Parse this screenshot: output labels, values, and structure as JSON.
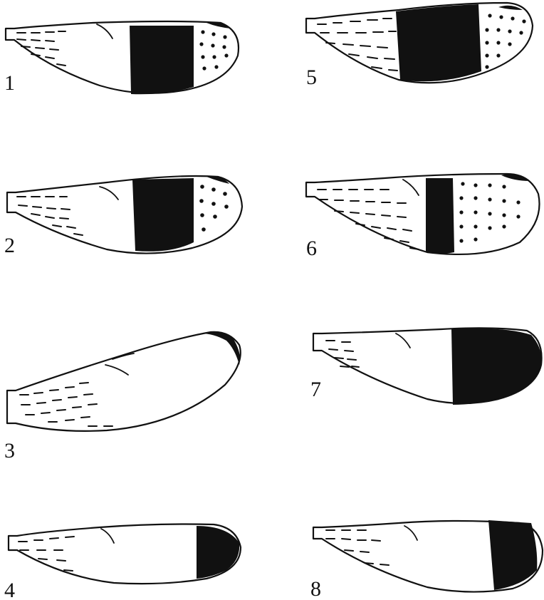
{
  "figure": {
    "ink_color": "#111111",
    "background": "#ffffff",
    "wings": [
      {
        "label": "1",
        "band": "central",
        "apical_dots": true,
        "stigma": true,
        "streaks": "short"
      },
      {
        "label": "2",
        "band": "central",
        "apical_dots": true,
        "stigma": true,
        "streaks": "medium"
      },
      {
        "label": "3",
        "band": "none",
        "apical_dots": false,
        "stigma": true,
        "streaks": "long"
      },
      {
        "label": "4",
        "band": "apical-small",
        "apical_dots": false,
        "stigma": false,
        "streaks": "medium"
      },
      {
        "label": "5",
        "band": "central-wide",
        "apical_dots": true,
        "stigma": true,
        "streaks": "full"
      },
      {
        "label": "6",
        "band": "central-narrow",
        "apical_dots": true,
        "stigma": true,
        "streaks": "full"
      },
      {
        "label": "7",
        "band": "apical-large",
        "apical_dots": false,
        "stigma": false,
        "streaks": "short"
      },
      {
        "label": "8",
        "band": "subapical",
        "apical_dots": false,
        "stigma": false,
        "streaks": "medium"
      }
    ]
  }
}
